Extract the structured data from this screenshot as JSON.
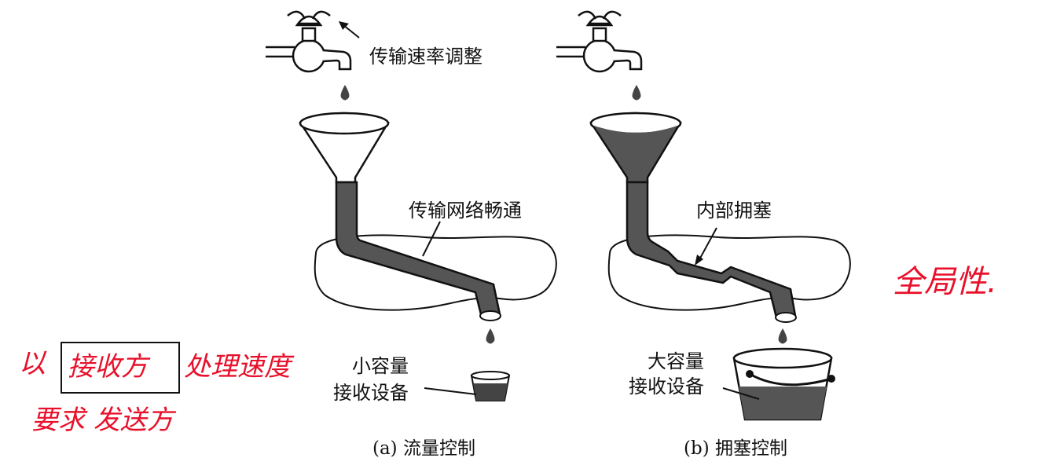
{
  "diagram": {
    "left": {
      "faucet_label": "传输速率调整",
      "pipe_label": "传输网络畅通",
      "receiver_label_line1": "小容量",
      "receiver_label_line2": "接收设备",
      "caption": "(a) 流量控制"
    },
    "right": {
      "pipe_label": "内部拥塞",
      "receiver_label_line1": "大容量",
      "receiver_label_line2": "接收设备",
      "caption": "(b) 拥塞控制"
    }
  },
  "annotations": {
    "line1_prefix": "以",
    "line1_boxed": "接收方",
    "line1_rest": "处理速度",
    "line2": "要求 发送方",
    "right_note": "全局性."
  },
  "colors": {
    "ink": "#111111",
    "water": "#555555",
    "handwriting": "#e8102a"
  }
}
